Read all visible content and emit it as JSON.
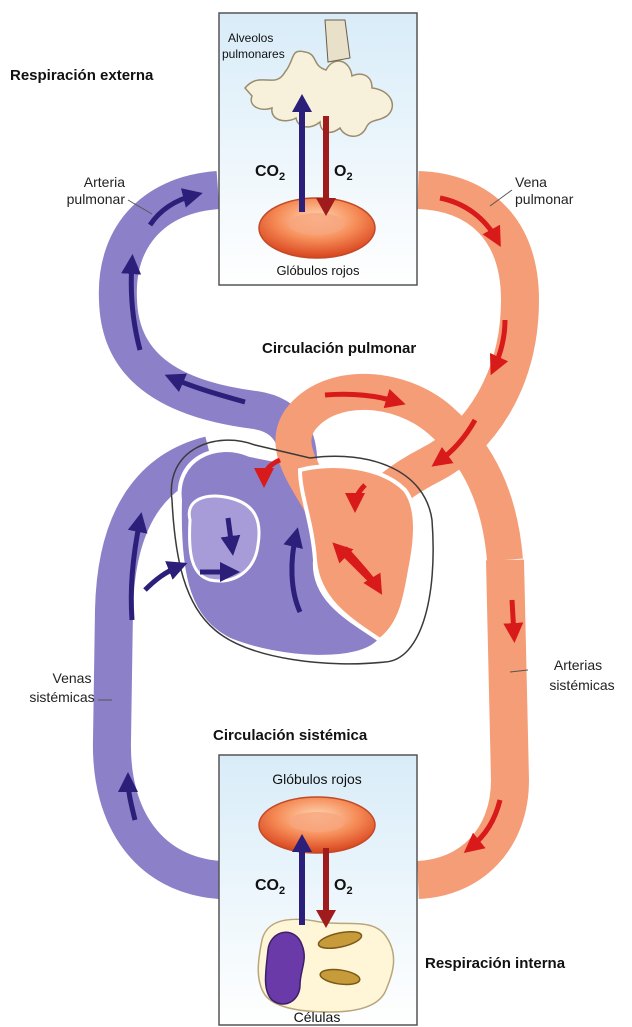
{
  "labels": {
    "external_respiration": "Respiración externa",
    "alveoli_line1": "Alveolos",
    "alveoli_line2": "pulmonares",
    "co2_top": "CO",
    "o2_top": "O",
    "red_cells_top": "Glóbulos rojos",
    "pulmonary_artery_line1": "Arteria",
    "pulmonary_artery_line2": "pulmonar",
    "pulmonary_vein_line1": "Vena",
    "pulmonary_vein_line2": "pulmonar",
    "pulmonary_circulation": "Circulación pulmonar",
    "systemic_veins_line1": "Venas",
    "systemic_veins_line2": "sistémicas",
    "systemic_arteries_line1": "Arterias",
    "systemic_arteries_line2": "sistémicas",
    "systemic_circulation": "Circulación sistémica",
    "red_cells_bottom": "Glóbulos rojos",
    "co2_bottom": "CO",
    "o2_bottom": "O",
    "internal_respiration": "Respiración interna",
    "cells": "Células",
    "subscript_two": "2"
  },
  "colors": {
    "deoxygenated": "#8c80c8",
    "deoxygenated_arrow": "#2b1f7a",
    "oxygenated": "#f59d76",
    "oxygenated_arrow": "#d81a1a",
    "box_bg": "#eaf4fb",
    "cell": "#fff6d8"
  }
}
